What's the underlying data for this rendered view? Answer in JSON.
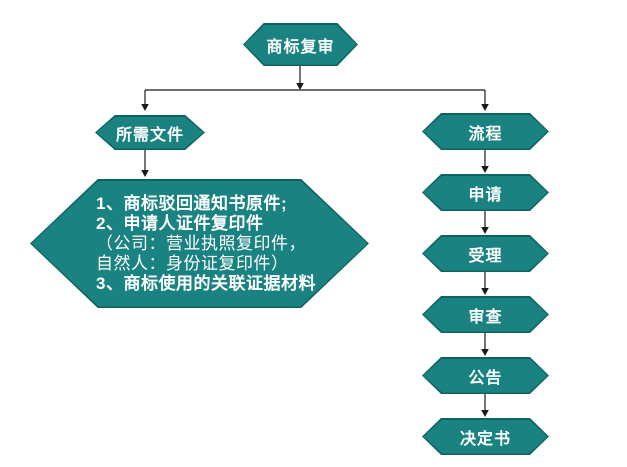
{
  "colors": {
    "hex_fill": "#1A8280",
    "hex_border": "#0E6361",
    "label_text": "#FFFFFF",
    "connector": "#1A1A1A",
    "background": "#FFFFFF"
  },
  "root": {
    "label": "商标复审"
  },
  "left_branch": {
    "header": "所需文件",
    "details": {
      "lines": [
        {
          "text": "1、商标驳回通知书原件;",
          "bold": true
        },
        {
          "text": "2、申请人证件复印件",
          "bold": true
        },
        {
          "text": "（公司：营业执照复印件，",
          "bold": false
        },
        {
          "text": "自然人：身份证复印件）",
          "bold": false
        },
        {
          "text": "3、商标使用的关联证据材料",
          "bold": true
        }
      ]
    }
  },
  "right_branch": {
    "header": "流程",
    "steps": [
      "申请",
      "受理",
      "审查",
      "公告",
      "决定书"
    ]
  }
}
